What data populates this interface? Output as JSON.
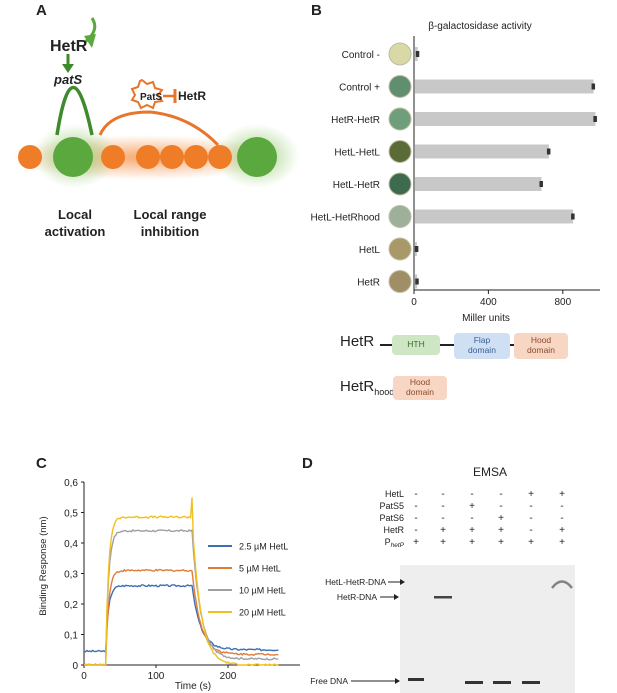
{
  "panels": {
    "A": {
      "letter": "A",
      "hetr": "HetR",
      "pats_gene": "patS",
      "pats_peptide": "PatS",
      "hetr_target": "HetR",
      "local_activation": [
        "Local",
        "activation"
      ],
      "local_inhibition": [
        "Local range",
        "inhibition"
      ],
      "colors": {
        "green": "#3f8a2c",
        "orange": "#e8752a"
      }
    },
    "B": {
      "letter": "B",
      "title": "β-galactosidase activity",
      "xlabel": "Miller units",
      "domains_title": "HetR",
      "domain_hth": "HTH",
      "domain_flap": [
        "Flap",
        "domain"
      ],
      "domain_hood": [
        "Hood",
        "domain"
      ],
      "hood_title": "HetR",
      "hood_subscript": "hood",
      "hood_box": [
        "Hood",
        "domain"
      ]
    },
    "C": {
      "letter": "C",
      "ylabel": "Binding Response (nm)",
      "xlabel": "Time (s)",
      "legend": [
        "2.5 µM HetL",
        "5 µM HetL",
        "10 µM HetL",
        "20 µM HetL"
      ]
    },
    "D": {
      "letter": "D",
      "title": "EMSA",
      "row_labels": [
        "HetL",
        "PatS5",
        "PatS6",
        "HetR",
        "P"
      ],
      "p_subscript": "hetP",
      "rows": [
        [
          "-",
          "-",
          "-",
          "-",
          "+",
          "+"
        ],
        [
          "-",
          "-",
          "+",
          "-",
          "-",
          "-"
        ],
        [
          "-",
          "-",
          "-",
          "+",
          "-",
          "-"
        ],
        [
          "-",
          "+",
          "+",
          "+",
          "-",
          "+"
        ],
        [
          "+",
          "+",
          "+",
          "+",
          "+",
          "+"
        ]
      ],
      "band_labels": [
        "HetL-HetR-DNA",
        "HetR-DNA",
        "Free DNA"
      ]
    }
  },
  "chart_data": [
    {
      "type": "bar",
      "orientation": "horizontal",
      "title": "β-galactosidase activity",
      "xlabel": "Miller units",
      "categories": [
        "Control -",
        "Control +",
        "HetR-HetR",
        "HetL-HetL",
        "HetL-HetR",
        "HetL-HetRhood",
        "HetL",
        "HetR"
      ],
      "values": [
        15,
        960,
        970,
        720,
        680,
        850,
        10,
        12
      ],
      "errors": [
        10,
        15,
        15,
        15,
        15,
        15,
        8,
        8
      ],
      "spot_colors": [
        "#d9d9a8",
        "#5f8f6e",
        "#6e9e7c",
        "#5a6b38",
        "#3e6a4e",
        "#9cb09a",
        "#a99868",
        "#9f8e66"
      ],
      "xticks": [
        0,
        400,
        800
      ],
      "xlim": [
        0,
        1000
      ],
      "bar_color": "#c8c8c8"
    },
    {
      "type": "line",
      "ylabel": "Binding Response (nm)",
      "xlabel": "Time (s)",
      "xlim": [
        0,
        300
      ],
      "ylim": [
        0,
        0.6
      ],
      "xticks": [
        0,
        100,
        200
      ],
      "yticks": [
        "0",
        "0,1",
        "0,2",
        "0,3",
        "0,4",
        "0,5",
        "0,6"
      ],
      "legend_position": "right",
      "series": [
        {
          "name": "2.5 µM HetL",
          "color": "#3d6fb6",
          "baseline": 0.045,
          "plateau": 0.26,
          "end": 0.05
        },
        {
          "name": "5 µM HetL",
          "color": "#e07b39",
          "baseline": 0.0,
          "plateau": 0.31,
          "end": 0.035
        },
        {
          "name": "10 µM HetL",
          "color": "#a0a0a0",
          "baseline": 0.0,
          "plateau": 0.44,
          "end": 0.02
        },
        {
          "name": "20 µM HetL",
          "color": "#f0c020",
          "baseline": 0.0,
          "plateau": 0.485,
          "end": 0.0
        }
      ],
      "association_start": 30,
      "dissociation_start": 150,
      "end_time": 270
    }
  ]
}
